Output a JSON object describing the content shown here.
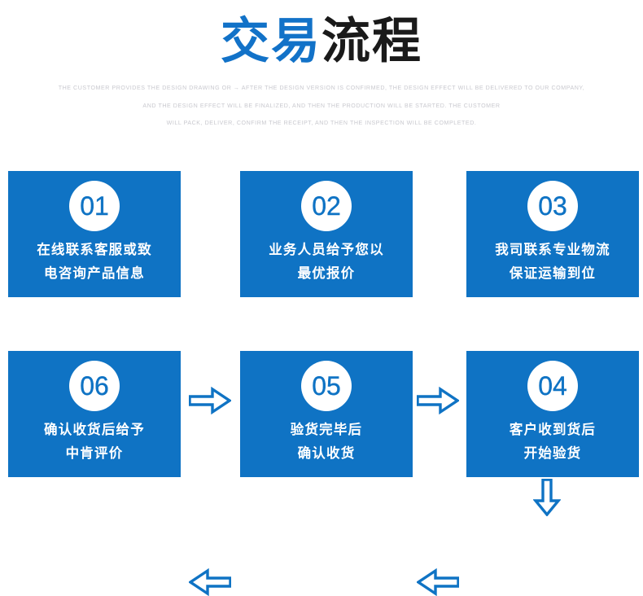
{
  "header": {
    "title_part_a": "交易",
    "title_part_b": "流程",
    "subtitle_lines": [
      "THE CUSTOMER PROVIDES THE DESIGN DRAWING OR → AFTER THE DESIGN VERSION IS CONFIRMED, THE DESIGN EFFECT WILL BE DELIVERED TO OUR COMPANY,",
      "AND THE DESIGN EFFECT WILL BE FINALIZED, AND THEN THE PRODUCTION WILL BE STARTED. THE CUSTOMER",
      "WILL PACK, DELIVER, CONFIRM THE RECEIPT, AND THEN THE INSPECTION WILL BE COMPLETED."
    ]
  },
  "colors": {
    "brand_blue": "#0f73c4",
    "title_blue": "#1272c8",
    "title_black": "#1a1a1a",
    "subtitle_gray": "#c9c9cf",
    "box_text_white": "#ffffff"
  },
  "flow": {
    "steps": [
      {
        "number": "01",
        "line1": "在线联系客服或致",
        "line2": "电咨询产品信息"
      },
      {
        "number": "02",
        "line1": "业务人员给予您以",
        "line2": "最优报价"
      },
      {
        "number": "03",
        "line1": "我司联系专业物流",
        "line2": "保证运输到位"
      },
      {
        "number": "04",
        "line1": "客户收到货后",
        "line2": "开始验货"
      },
      {
        "number": "05",
        "line1": "验货完毕后",
        "line2": "确认收货"
      },
      {
        "number": "06",
        "line1": "确认收货后给予",
        "line2": "中肯评价"
      }
    ],
    "connectors": [
      {
        "icon": "arrow-right-icon",
        "from": "01",
        "to": "02"
      },
      {
        "icon": "arrow-right-icon",
        "from": "02",
        "to": "03"
      },
      {
        "icon": "arrow-down-icon",
        "from": "03",
        "to": "04"
      },
      {
        "icon": "arrow-left-icon",
        "from": "04",
        "to": "05"
      },
      {
        "icon": "arrow-left-icon",
        "from": "05",
        "to": "06"
      }
    ]
  }
}
